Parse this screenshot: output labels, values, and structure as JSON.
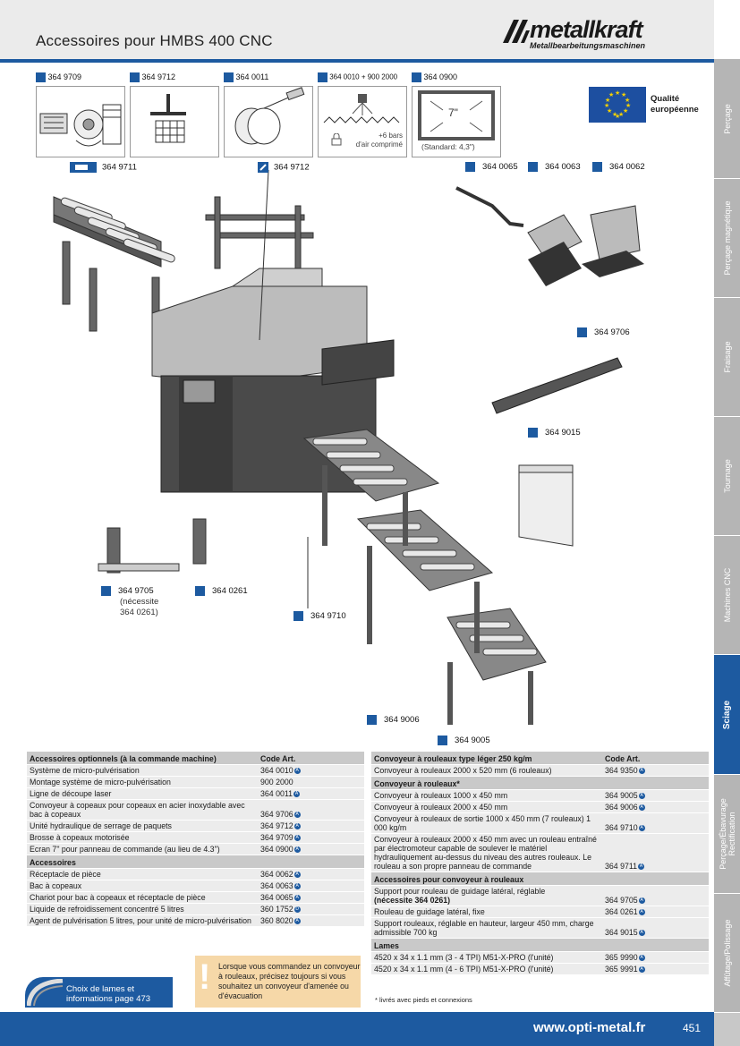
{
  "header": {
    "title": "Accessoires pour HMBS 400 CNC",
    "brand": "metallkraft",
    "brand_sub": "Metallbearbeitungsmaschinen",
    "accent_color": "#1d5aa0"
  },
  "top_boxes": [
    {
      "code": "364 9709"
    },
    {
      "code": "364 9712"
    },
    {
      "code": "364 0011"
    },
    {
      "code": "364 0010 + 900 2000",
      "caption": "+6 bars\nd'air comprimé"
    },
    {
      "code": "364 0900",
      "screen_label": "7\"",
      "caption": "(Standard: 4,3\")"
    }
  ],
  "eu_badge": {
    "line1": "Qualité",
    "line2": "européenne"
  },
  "callouts": {
    "c9711": "364 9711",
    "c9712": "364 9712",
    "c0065": "364 0065",
    "c0063": "364 0063",
    "c0062": "364 0062",
    "c9706": "364 9706",
    "c9015": "364 9015",
    "c9705": "364 9705",
    "c9705_note1": "(nécessite",
    "c9705_note2": "364 0261)",
    "c0261": "364 0261",
    "c9710": "364 9710",
    "c9006": "364 9006",
    "c9005": "364 9005"
  },
  "side_tabs": [
    {
      "label": "Perçage"
    },
    {
      "label": "Perçage magnétique"
    },
    {
      "label": "Fraisage"
    },
    {
      "label": "Tournage"
    },
    {
      "label": "Machines CNC"
    },
    {
      "label": "Sciage",
      "active": true
    },
    {
      "label": "Perçage/Ébavurage\nRectification"
    },
    {
      "label": "Affûtage/Polissage"
    }
  ],
  "left_table": {
    "col1": "Accessoires optionnels (à la commande machine)",
    "col2": "Code Art.",
    "rows": [
      {
        "label": "Système de micro-pulvérisation",
        "code": "364 0010",
        "mark": "A"
      },
      {
        "label": "Montage système de micro-pulvérisation",
        "code": "900 2000",
        "mark": ""
      },
      {
        "label": "Ligne de découpe laser",
        "code": "364 0011",
        "mark": "A"
      },
      {
        "label": "Convoyeur à copeaux pour copeaux en acier inoxydable avec bac à copeaux",
        "code": "364 9706",
        "mark": "A"
      },
      {
        "label": "Unité hydraulique de serrage de paquets",
        "code": "364 9712",
        "mark": "A"
      },
      {
        "label": "Brosse à copeaux motorisée",
        "code": "364 9709",
        "mark": "A"
      },
      {
        "label": "Ecran 7\" pour panneau de commande (au lieu de 4.3\")",
        "code": "364 0900",
        "mark": "A"
      }
    ],
    "section2": "Accessoires",
    "rows2": [
      {
        "label": "Réceptacle de pièce",
        "code": "364 0062",
        "mark": "A"
      },
      {
        "label": "Bac à copeaux",
        "code": "364 0063",
        "mark": "A"
      },
      {
        "label": "Chariot pour bac à copeaux et réceptacle de pièce",
        "code": "364 0065",
        "mark": "A"
      },
      {
        "label": "Liquide de refroidissement concentré 5 litres",
        "code": "360 1752",
        "mark": "D"
      },
      {
        "label": "Agent de pulvérisation 5 litres, pour unité de micro-pulvérisation",
        "code": "360 8020",
        "mark": "A"
      }
    ]
  },
  "right_table": {
    "col1": "Convoyeur à rouleaux type léger 250 kg/m",
    "col2": "Code Art.",
    "rows": [
      {
        "label": "Convoyeur à rouleaux 2000 x 520 mm (6 rouleaux)",
        "code": "364 9350",
        "mark": "A"
      }
    ],
    "section2": "Convoyeur à rouleaux*",
    "rows2": [
      {
        "label": "Convoyeur à rouleaux 1000 x 450 mm",
        "code": "364 9005",
        "mark": "A"
      },
      {
        "label": "Convoyeur à rouleaux 2000 x 450 mm",
        "code": "364 9006",
        "mark": "A"
      },
      {
        "label": "Convoyeur à rouleaux de sortie 1000 x 450 mm (7 rouleaux) 1 000 kg/m",
        "code": "364 9710",
        "mark": "A"
      },
      {
        "label": "Convoyeur à rouleaux 2000 x 450 mm avec un rouleau entraîné par électromoteur capable de soulever le matériel hydrauliquement au-dessus du niveau des autres rouleaux. Le rouleau a son propre panneau de commande",
        "code": "364 9711",
        "mark": "A"
      }
    ],
    "section3": "Accessoires pour convoyeur à rouleaux",
    "rows3": [
      {
        "label": "Support pour rouleau de guidage latéral, réglable",
        "label_bold": "(nécessite 364 0261)",
        "code": "364 9705",
        "mark": "A"
      },
      {
        "label": "Rouleau de guidage latéral, fixe",
        "code": "364 0261",
        "mark": "A"
      },
      {
        "label": "Support rouleaux, réglable en hauteur, largeur 450 mm, charge admissible 700 kg",
        "code": "364 9015",
        "mark": "A"
      }
    ],
    "section4": "Lames",
    "rows4": [
      {
        "label": "4520 x 34 x 1.1 mm (3 - 4 TPI) M51-X-PRO (l'unité)",
        "code": "365 9990",
        "mark": "A"
      },
      {
        "label": "4520 x 34 x 1.1 mm (4 - 6 TPI) M51-X-PRO (l'unité)",
        "code": "365 9991",
        "mark": "A"
      }
    ],
    "footnote": "* livrés avec pieds et connexions"
  },
  "lames_box": {
    "line1": "Choix de lames et",
    "line2": "informations page 473"
  },
  "note_box": {
    "text": "Lorsque vous commandez un convoyeur à rouleaux, précisez toujours si vous souhaitez un convoyeur d'amenée ou d'évacuation"
  },
  "footer": {
    "website": "www.opti-metal.fr",
    "page": "451"
  }
}
